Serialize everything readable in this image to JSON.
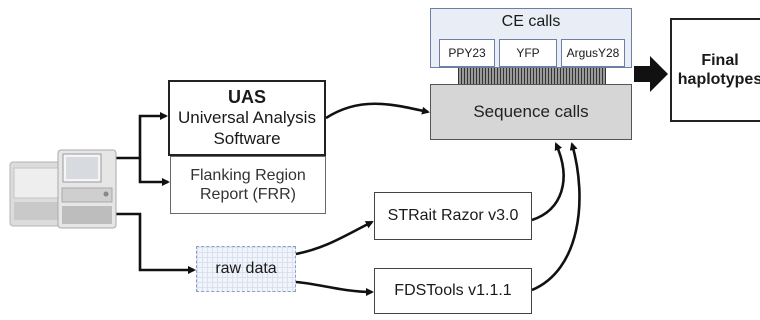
{
  "uas": {
    "title": "UAS",
    "line1": "Universal Analysis",
    "line2": "Software"
  },
  "frr": {
    "line1": "Flanking Region",
    "line2": "Report (FRR)"
  },
  "ce": {
    "title": "CE calls",
    "markers": [
      "PPY23",
      "YFP",
      "ArgusY28"
    ]
  },
  "sequence_calls": "Sequence calls",
  "final": {
    "line1": "Final",
    "line2": "haplotypes"
  },
  "raw_data": "raw data",
  "strait": "STRait Razor v3.0",
  "fds": "FDSTools v1.1.1",
  "colors": {
    "ce_panel": "#e9edf5",
    "sequence_box": "#d6d6d6",
    "lines": "#111111"
  },
  "icons": [
    "sequencer-instrument",
    "arrow"
  ]
}
